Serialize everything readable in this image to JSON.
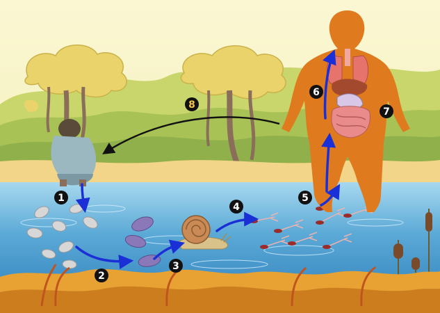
{
  "steps": [
    {
      "num": "1",
      "badge_color": "#111111",
      "text_color": "#ffffff"
    },
    {
      "num": "2",
      "badge_color": "#111111",
      "text_color": "#ffffff"
    },
    {
      "num": "3",
      "badge_color": "#111111",
      "text_color": "#ffffff"
    },
    {
      "num": "4",
      "badge_color": "#111111",
      "text_color": "#ffffff"
    },
    {
      "num": "5",
      "badge_color": "#111111",
      "text_color": "#ffffff"
    },
    {
      "num": "6",
      "badge_color": "#111111",
      "text_color": "#ffffff"
    },
    {
      "num": "7",
      "badge_color": "#111111",
      "text_color": "#ffffff"
    },
    {
      "num": "8",
      "badge_color": "#111111",
      "text_color": "#f5c542"
    }
  ],
  "colors": {
    "sky": "#f7f3c6",
    "water": "#5aa9d6",
    "water_light": "#9fd3ee",
    "sand": "#f3d58a",
    "trees": "#c9d66c",
    "human_body": "#e07a1e",
    "arrow_blue": "#1b2fd6",
    "arrow_black": "#111111",
    "foreground_grass": "#e7a233"
  },
  "scene": {
    "figures": [
      "crouching-person",
      "eggs",
      "miracidia",
      "snail",
      "cercariae",
      "human-silhouette",
      "cattails"
    ]
  }
}
